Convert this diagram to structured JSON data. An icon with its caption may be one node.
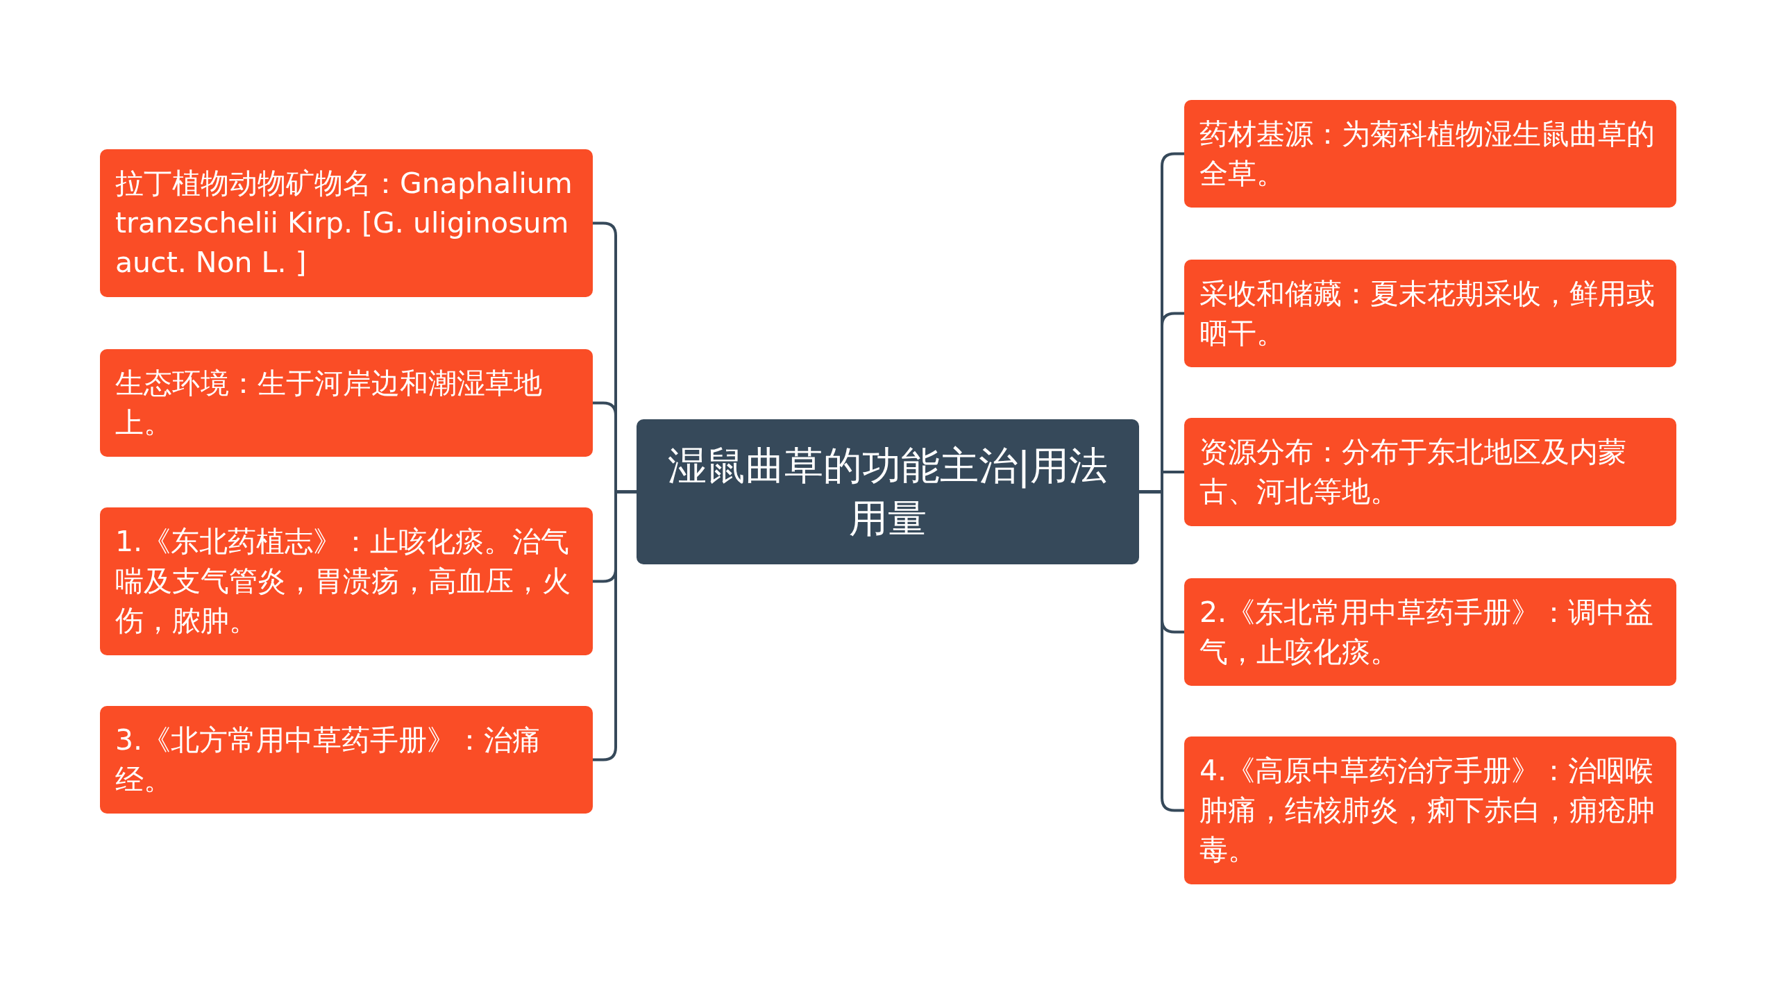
{
  "diagram": {
    "nodes": [
      {
        "text": [
          "湿鼠曲草的功能主治|用法用量"
        ]
      },
      {
        "text": [
          "拉丁植物动物矿物名：Gnaphalium tranzschelii Kirp. [G. uliginosum auct. Non L. ]"
        ]
      },
      {
        "text": [
          "生态环境：生于河岸边和潮湿草地上。"
        ]
      },
      {
        "text": [
          "1.《东北药植志》：止咳化痰。治气喘及支气管炎，胃溃疡，高血压，火伤，脓肿。"
        ]
      },
      {
        "text": [
          "3.《北方常用中草药手册》：治痛经。"
        ]
      },
      {
        "text": [
          "药材基源：为菊科植物湿生鼠曲草的全草。"
        ]
      },
      {
        "text": [
          "采收和储藏：夏末花期采收，鲜用或晒干。"
        ]
      },
      {
        "text": [
          "资源分布：分布于东北地区及内蒙古、河北等地。"
        ]
      },
      {
        "text": [
          "2.《东北常用中草药手册》：调中益气，止咳化痰。"
        ]
      },
      {
        "text": [
          "4.《高原中草药治疗手册》：治咽喉肿痛，结核肺炎，痢下赤白，痈疮肿毒。"
        ]
      }
    ],
    "edges": [
      {
        "from": 0,
        "to": 1,
        "arrow": "none"
      },
      {
        "from": 0,
        "to": 2,
        "arrow": "none"
      },
      {
        "from": 0,
        "to": 3,
        "arrow": "none"
      },
      {
        "from": 0,
        "to": 4,
        "arrow": "none"
      },
      {
        "from": 0,
        "to": 5,
        "arrow": "none"
      },
      {
        "from": 0,
        "to": 6,
        "arrow": "none"
      },
      {
        "from": 0,
        "to": 7,
        "arrow": "none"
      },
      {
        "from": 0,
        "to": 8,
        "arrow": "none"
      },
      {
        "from": 0,
        "to": 9,
        "arrow": "none"
      }
    ]
  }
}
